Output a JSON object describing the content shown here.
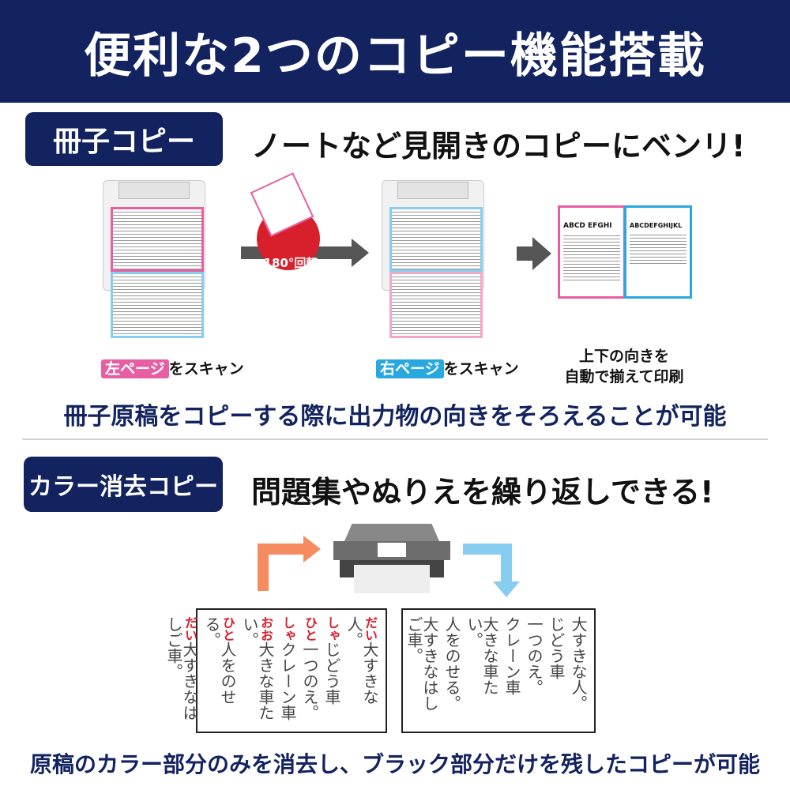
{
  "header": {
    "title": "便利な2つのコピー機能搭載"
  },
  "section1": {
    "badge": "冊子コピー",
    "heading": "ノートなど見開きのコピーにベンリ!",
    "rotate_label": "180°回転",
    "step1": {
      "tag": "左ページ",
      "text": "をスキャン"
    },
    "step2": {
      "tag": "右ページ",
      "text": "をスキャン"
    },
    "step3": {
      "line1": "上下の向きを",
      "line2": "自動で揃えて印刷"
    },
    "result_left_title": "ABCD EFGHI",
    "result_right_title": "ABCDEFGHIJKL",
    "summary": "冊子原稿をコピーする際に出力物の向きをそろえることが可能"
  },
  "section2": {
    "badge": "カラー消去コピー",
    "heading": "問題集やぬりえを繰り返しできる!",
    "worksheet_columns": [
      {
        "reading": "だい",
        "text": "大すきな人。"
      },
      {
        "reading": "しゃ",
        "text": "じどう車"
      },
      {
        "reading": "ひと",
        "text": "一つのえ。"
      },
      {
        "reading": "しゃ",
        "text": "クレーン車"
      },
      {
        "reading": "おお",
        "text": "大きな車たい。"
      },
      {
        "reading": "ひと",
        "text": "人をのせる。"
      },
      {
        "reading": "だい",
        "text": "大すきなはしご車。"
      }
    ],
    "summary": "原稿のカラー部分のみを消去し、ブラック部分だけを残したコピーが可能"
  },
  "colors": {
    "navy": "#13235f",
    "pink": "#e65fa3",
    "blue": "#29a8e0",
    "red": "#d8202c",
    "orange": "#f58b5e",
    "lightblue": "#86cdef"
  }
}
